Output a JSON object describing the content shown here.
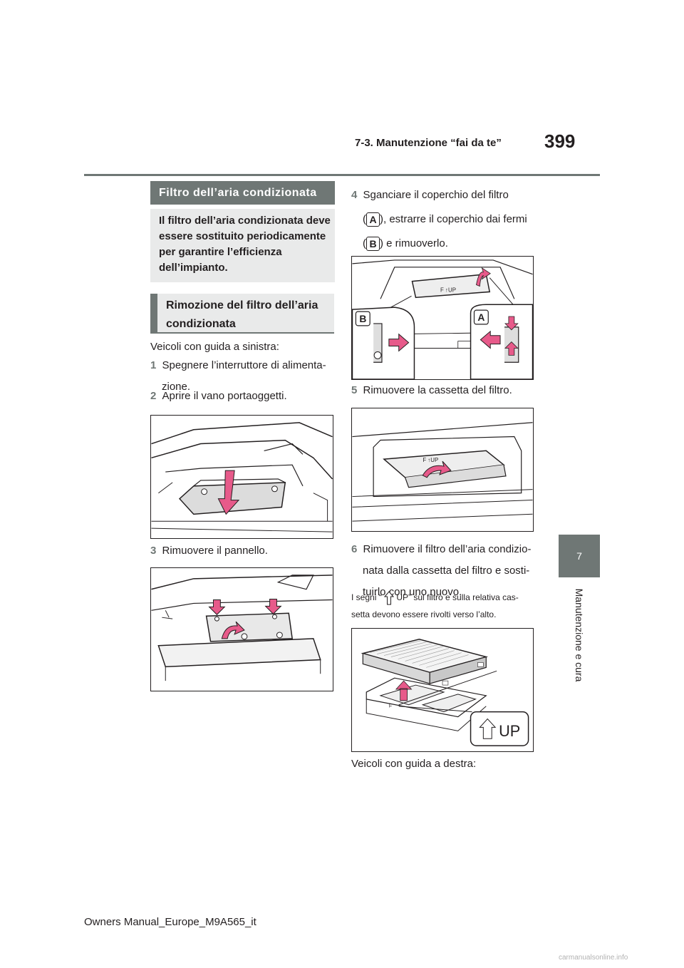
{
  "header": {
    "section_title": "7-3. Manutenzione “fai da te”",
    "page_number": "399"
  },
  "chapter": {
    "number": "7",
    "title": "Manutenzione e cura"
  },
  "left_column": {
    "main_heading": "Filtro dell’aria condizionata",
    "intro_lines": [
      "Il filtro dell’aria condizionata deve",
      "essere sostituito periodicamente",
      "per garantire l’efficienza",
      "dell’impianto."
    ],
    "sub_heading_lines": [
      "Rimozione del filtro dell’aria",
      "condizionata"
    ],
    "vehicle_note": "Veicoli con guida a sinistra:",
    "step1_num": "1",
    "step1_lines": [
      "Spegnere l’interruttore di alimenta-",
      "zione."
    ],
    "step2_num": "2",
    "step2_text": "Aprire il vano portaoggetti.",
    "step3_num": "3",
    "step3_text": "Rimuovere il pannello."
  },
  "right_column": {
    "step4_num": "4",
    "step4_line1": "Sganciare il coperchio del filtro",
    "step4_line2_open": "(",
    "label_a": "A",
    "step4_line2_rest": "), estrarre il coperchio dai fermi",
    "step4_line3_open": "(",
    "label_b": "B",
    "step4_line3_rest": ") e rimuoverlo.",
    "fig4_label_b": "B",
    "fig4_label_a": "A",
    "fig4_filter_text": "F ↑UP",
    "step5_num": "5",
    "step5_text": "Rimuovere la cassetta del filtro.",
    "fig5_filter_text": "F ↑UP",
    "step6_num": "6",
    "step6_lines": [
      "Rimuovere il filtro dell’aria condizio-",
      "nata dalla cassetta del filtro e sosti-",
      "tuirlo con uno nuovo."
    ],
    "note_line1_pre": "I segni “",
    "note_line1_post": "UP” sul filtro e sulla relativa cas-",
    "note_line2": "setta devono essere rivolti verso l’alto.",
    "fig6_up_text": "UP",
    "fig6_f_text": "F",
    "vehicle_note_right": "Veicoli con guida a destra:"
  },
  "footer": {
    "manual_id": "Owners Manual_Europe_M9A565_it",
    "watermark": "carmanualsonline.info"
  },
  "colors": {
    "heading_grey": "#6f7775",
    "box_grey": "#e9eaea",
    "arrow_pink": "#e75a8a"
  }
}
